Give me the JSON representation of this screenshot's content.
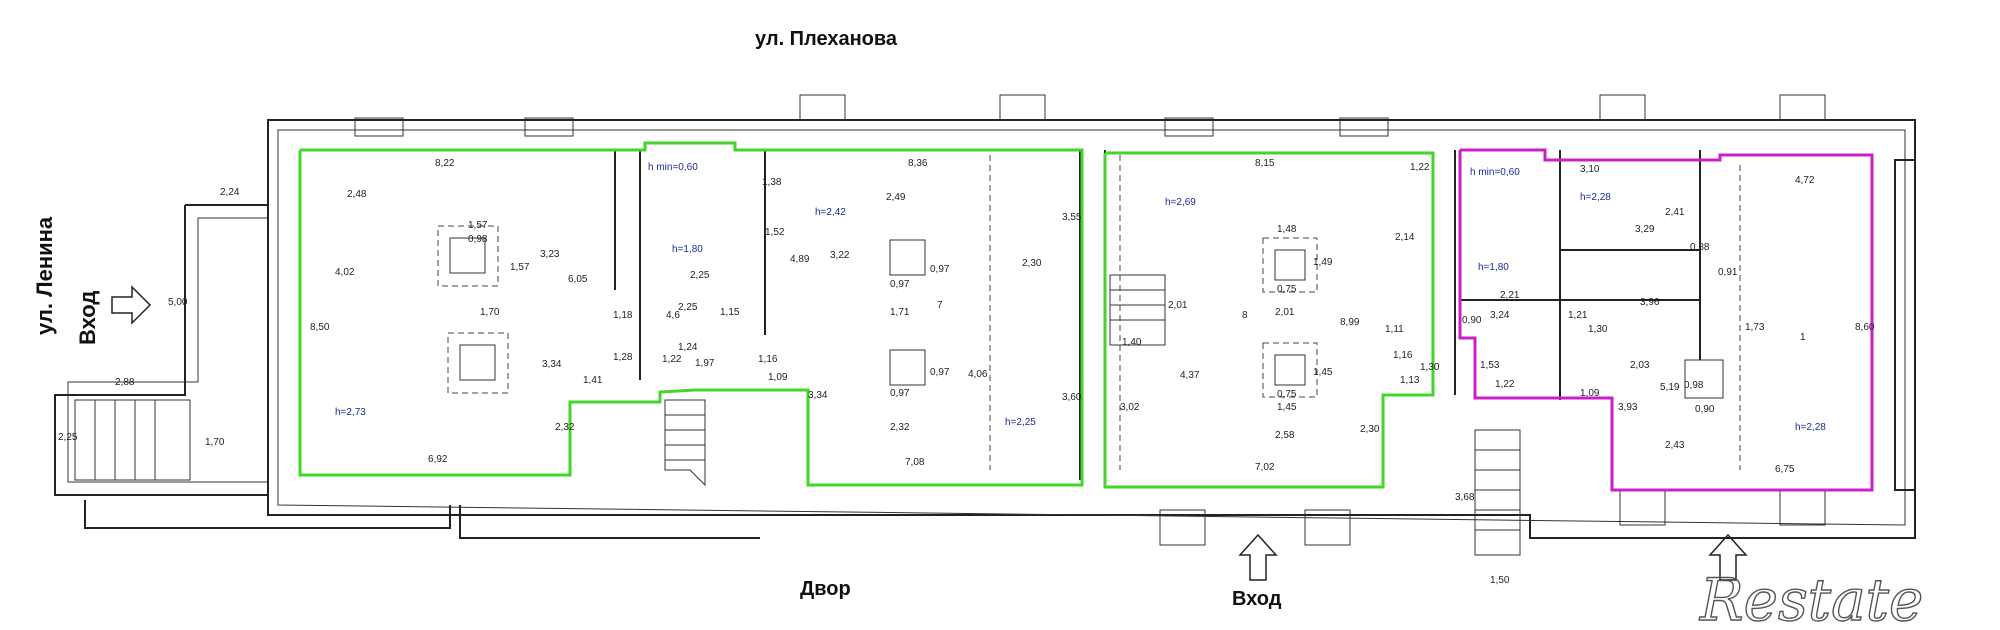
{
  "labels": {
    "street_top": "ул. Плеханова",
    "street_left": "ул. Ленина",
    "entrance_left": "Вход",
    "yard": "Двор",
    "entrance_bottom": "Вход",
    "logo": "Restate"
  },
  "dims": {
    "d_822": "8,22",
    "d_248": "2,48",
    "d_402": "4,02",
    "d_157": "1,57",
    "d_098": "0,98",
    "d_137": "1,57",
    "d_323": "3,23",
    "d_605": "6,05",
    "d_850": "8,50",
    "d_170": "1,70",
    "d_334": "3,34",
    "d_141": "1,41",
    "d_232": "2,32",
    "d_692": "6,92",
    "d_273": "h=2,73",
    "d_224": "2,24",
    "d_500": "5,00",
    "d_288": "2,88",
    "d_225": "2,25",
    "d_170b": "1,70",
    "d_h060": "h min=0,60",
    "d_h180": "h=1,80",
    "d_225b": "2,25",
    "d_225c": "2,25",
    "d_46": "4,6",
    "d_124": "1,24",
    "d_122": "1,22",
    "d_197": "1,97",
    "d_128": "1,28",
    "d_118": "1,18",
    "d_115": "1,15",
    "d_138": "1,38",
    "d_152": "1,52",
    "d_836": "8,36",
    "d_242": "h=2,42",
    "d_249": "2,49",
    "d_322": "3,22",
    "d_089": "4,89",
    "d_097": "0,97",
    "d_097b": "0,97",
    "d_171": "1,71",
    "d_7": "7",
    "d_97": "0,97",
    "d_097c": "0,97",
    "d_406": "4,06",
    "d_232b": "2,32",
    "d_708": "7,08",
    "d_334b": "3,34",
    "d_109": "1,09",
    "d_116": "1,16",
    "d_355": "3,55",
    "d_230": "2,30",
    "d_225d": "h=2,25",
    "d_360": "3,60",
    "d_815": "8,15",
    "d_269": "h=2,69",
    "d_122b": "1,22",
    "d_214": "2,14",
    "d_148": "1,48",
    "d_149": "1,49",
    "d_075": "0,75",
    "d_201": "2,01",
    "d_140": "1,40",
    "d_201b": "2,01",
    "d_8": "8",
    "d_899": "8,99",
    "d_111": "1,11",
    "d_437": "4,37",
    "d_145": "1,45",
    "d_075b": "0,75",
    "d_145b": "1,45",
    "d_302": "3,02",
    "d_258": "2,58",
    "d_230b": "2,30",
    "d_702": "7,02",
    "d_116b": "1,16",
    "d_113": "1,13",
    "d_130": "1,30",
    "d_h060b": "h min=0,60",
    "d_h180b": "h=1,80",
    "d_221": "2,21",
    "d_090": "0,90",
    "d_324": "3,24",
    "d_153": "1,53",
    "d_122c": "1,22",
    "d_h228": "h=2,28",
    "d_310": "3,10",
    "d_329": "3,29",
    "d_241": "2,41",
    "d_088": "0,88",
    "d_472": "4,72",
    "d_091": "0,91",
    "d_396": "3,96",
    "d_121": "1,21",
    "d_130b": "1,30",
    "d_203": "2,03",
    "d_519": "5,19",
    "d_098b": "0,98",
    "d_090b": "0,90",
    "d_109b": "1,09",
    "d_393": "3,93",
    "d_243": "2,43",
    "d_173": "1,73",
    "d_860": "8,60",
    "d_675": "6,75",
    "d_h228b": "h=2,28",
    "d_368": "3,68",
    "d_150": "1,50",
    "d_1": "1"
  },
  "colors": {
    "highlight_green": "#43d62a",
    "highlight_magenta": "#c81fc8",
    "wall": "#222222"
  }
}
